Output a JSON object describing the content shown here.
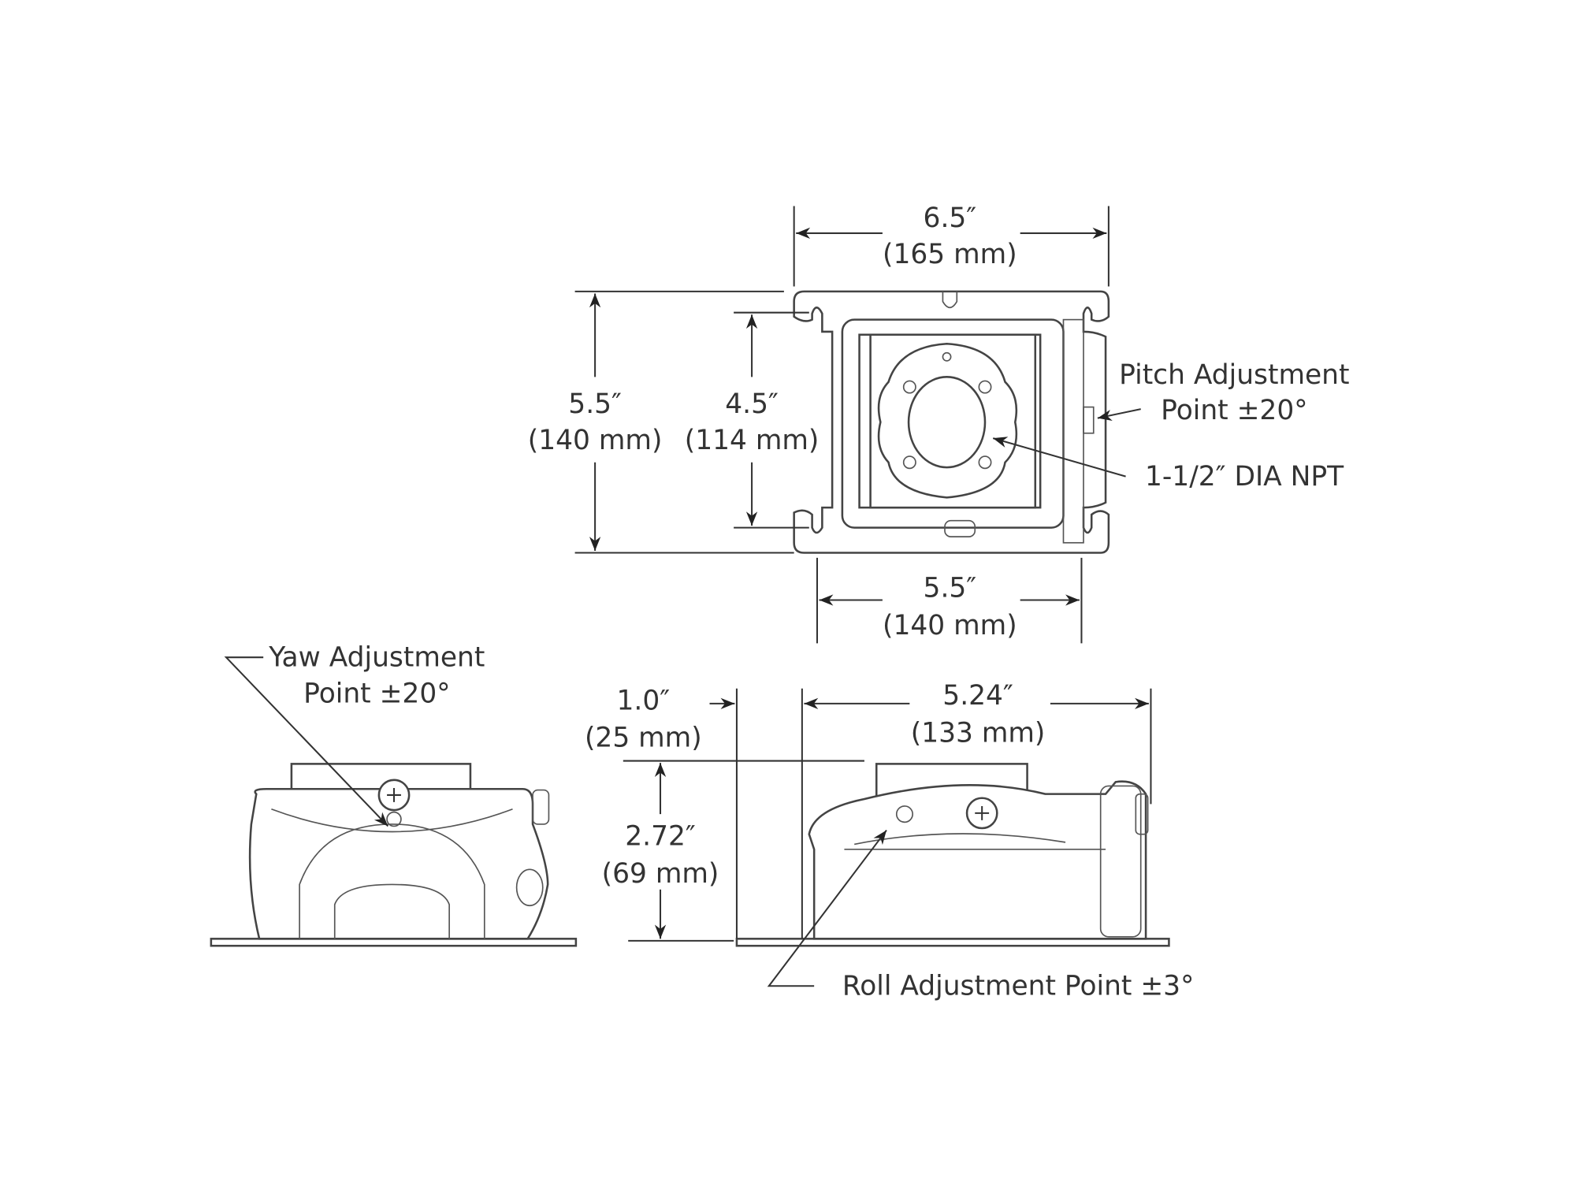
{
  "top_view": {
    "width_in": "6.5″",
    "width_mm": "(165 mm)",
    "height_in": "5.5″",
    "height_mm": "(140 mm)",
    "inner_height_in": "4.5″",
    "inner_height_mm": "(114 mm)",
    "bottom_width_in": "5.5″",
    "bottom_width_mm": "(140 mm)",
    "pitch_label_1": "Pitch Adjustment",
    "pitch_label_2": "Point ±20°",
    "npt_label": "1-1/2″ DIA NPT"
  },
  "front_view": {
    "yaw_label_1": "Yaw Adjustment",
    "yaw_label_2": "Point ±20°"
  },
  "side_view": {
    "offset_in": "1.0″",
    "offset_mm": "(25 mm)",
    "width_in": "5.24″",
    "width_mm": "(133 mm)",
    "height_in": "2.72″",
    "height_mm": "(69 mm)",
    "roll_label": "Roll Adjustment Point ±3°"
  }
}
